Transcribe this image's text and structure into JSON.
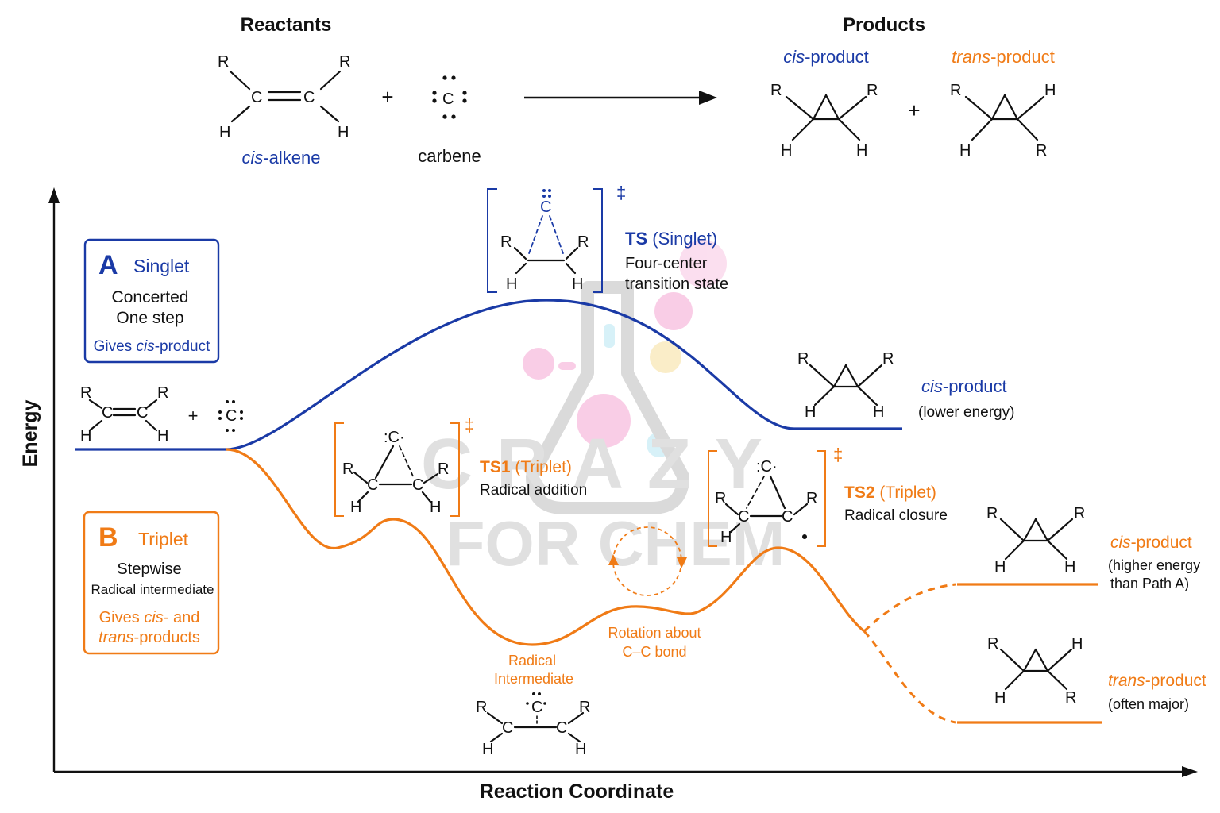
{
  "header": {
    "reactants_title": "Reactants",
    "products_title": "Products",
    "cis_alkene_prefix": "cis",
    "cis_alkene_suffix": "-alkene",
    "carbene_label": "carbene",
    "plus": "+",
    "cis_product_prefix": "cis",
    "cis_product_suffix": "-product",
    "trans_product_prefix": "trans",
    "trans_product_suffix": "-product"
  },
  "atoms": {
    "R": "R",
    "H": "H",
    "C": "C",
    "C_radical": ":C·",
    "C_lone": "C"
  },
  "axes": {
    "y_label": "Energy",
    "x_label": "Reaction Coordinate"
  },
  "path_a": {
    "letter": "A",
    "spin": "Singlet",
    "line1": "Concerted",
    "line2": "One step",
    "gives_prefix": "Gives ",
    "gives_em": "cis",
    "gives_suffix": "-product",
    "ts_bold": "TS",
    "ts_paren": "(Singlet)",
    "ts_desc1": "Four-center",
    "ts_desc2": "transition state",
    "dagger": "‡",
    "product_prefix": "cis",
    "product_suffix": "-product",
    "product_note": "(lower energy)",
    "color": "#1a3aa6"
  },
  "path_b": {
    "letter": "B",
    "spin": "Triplet",
    "line1": "Stepwise",
    "line2": "Radical intermediate",
    "gives_line1_prefix": "Gives ",
    "gives_line1_em": "cis",
    "gives_line1_suffix": "- and",
    "gives_line2_em": "trans",
    "gives_line2_suffix": "-products",
    "ts1_bold": "TS1",
    "ts1_paren": "(Triplet)",
    "ts1_desc": "Radical addition",
    "ts2_bold": "TS2",
    "ts2_paren": "(Triplet)",
    "ts2_desc": "Radical closure",
    "dagger": "‡",
    "intermediate_line1": "Radical",
    "intermediate_line2": "Intermediate",
    "rotation_line1": "Rotation about",
    "rotation_line2": "C–C bond",
    "cis_prefix": "cis",
    "cis_suffix": "-product",
    "cis_note1": "(higher energy",
    "cis_note2": "than Path A)",
    "trans_prefix": "trans",
    "trans_suffix": "-product",
    "trans_note": "(often major)",
    "color": "#f07b16"
  },
  "watermark": {
    "line1": "CRAZY",
    "line2": "FOR CHEM"
  },
  "colors": {
    "blue": "#1a3aa6",
    "orange": "#f07b16",
    "ink": "#111111"
  }
}
